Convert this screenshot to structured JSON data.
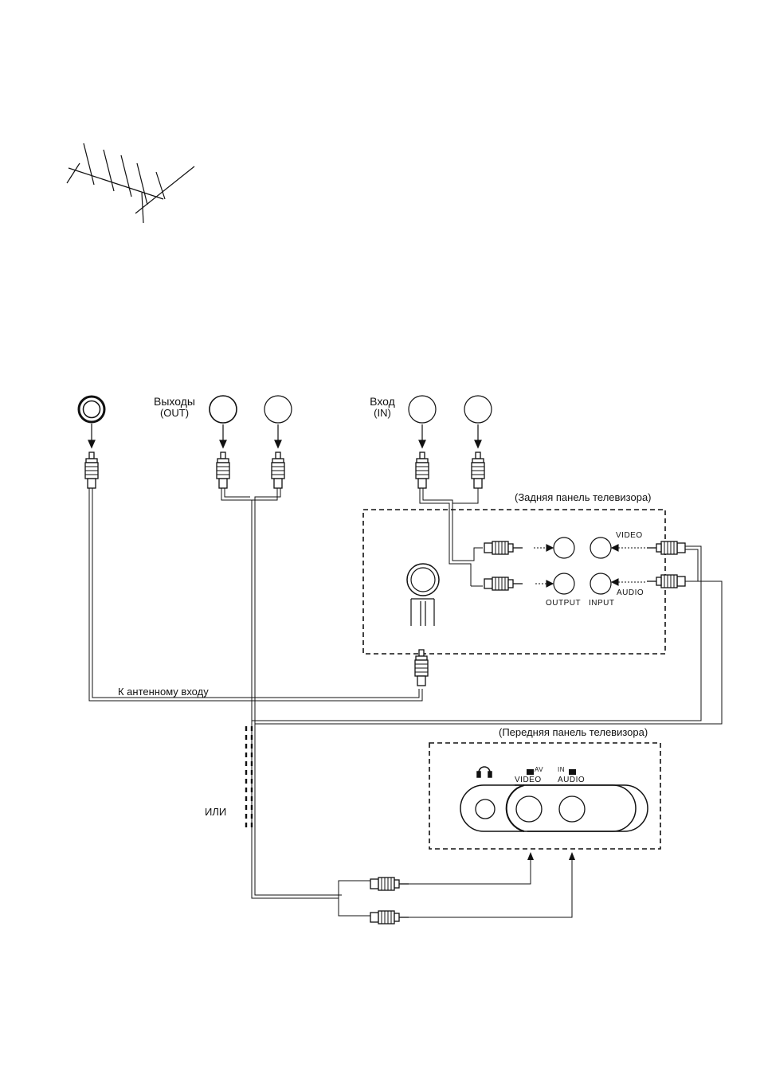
{
  "labels": {
    "outputs_title": "Выходы",
    "outputs_sub": "(OUT)",
    "input_title": "Вход",
    "input_sub": "(IN)",
    "rear_panel": "(Задняя панель телевизора)",
    "front_panel": "(Передняя панель телевизора)",
    "antenna_input": "К антенному входу",
    "or": "ИЛИ",
    "video": "VIDEO",
    "audio": "AUDIO",
    "output": "OUTPUT",
    "input": "INPUT",
    "front_video": "VIDEO",
    "front_audio": "AUDIO",
    "av_tag": "AV",
    "in_tag": "IN"
  },
  "icons": {
    "antenna": "yagi-antenna-icon",
    "headphones": "headphones-icon",
    "plug": "rca-plug-icon",
    "jack": "round-jack-icon"
  },
  "colors": {
    "ink": "#111111",
    "paper": "#ffffff"
  }
}
